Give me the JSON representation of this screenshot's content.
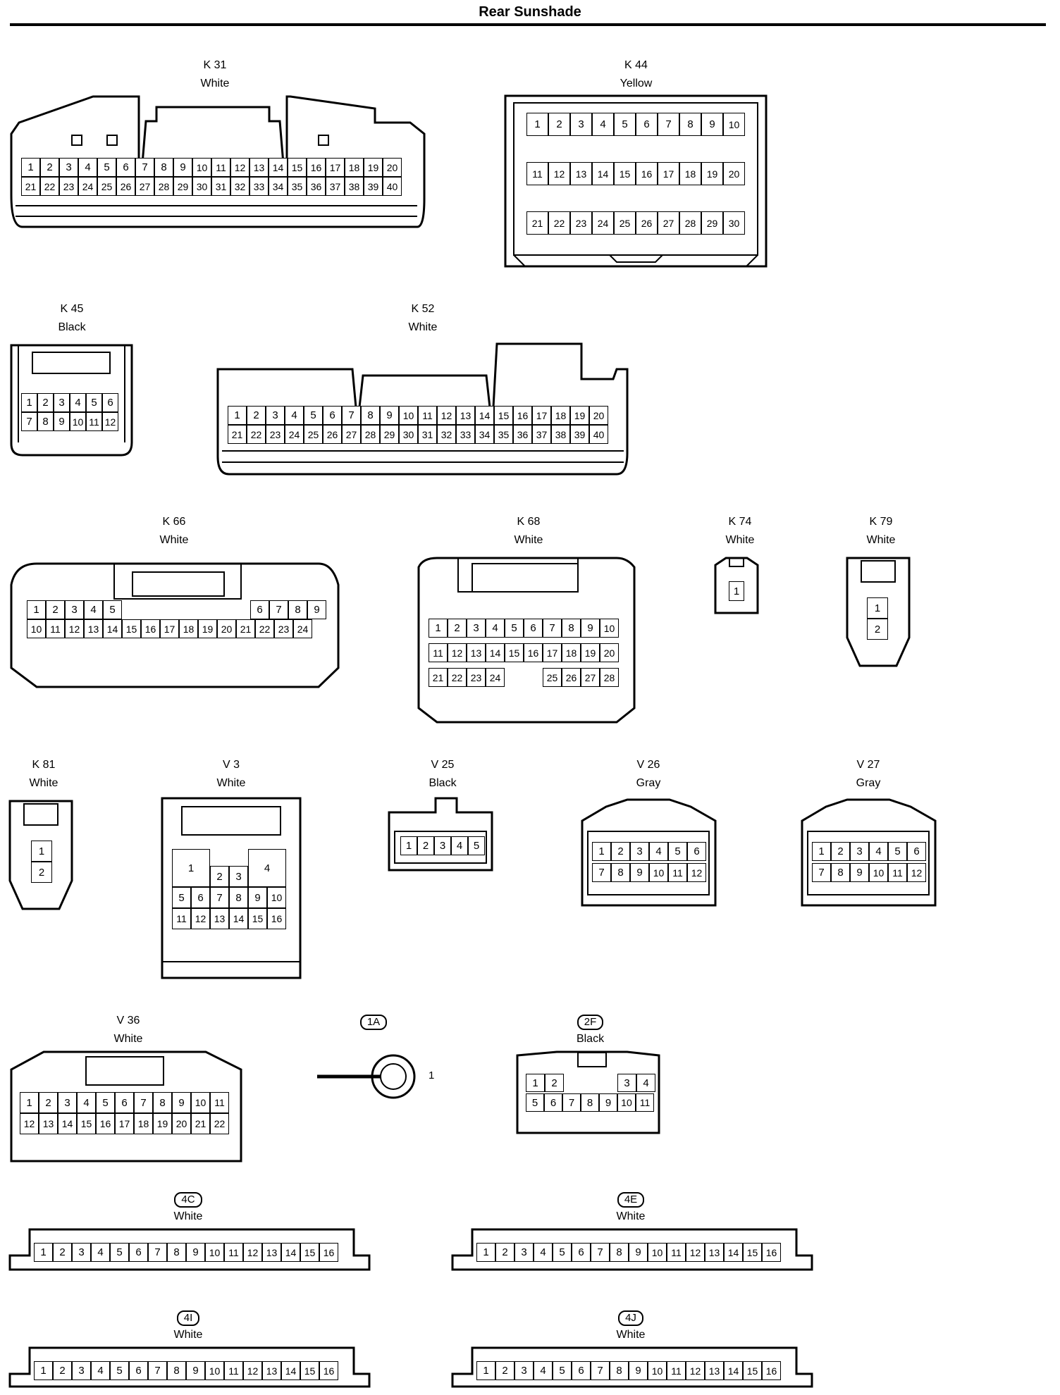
{
  "title": "Rear Sunshade",
  "connectors": {
    "k31": {
      "id": "K 31",
      "color": "White"
    },
    "k44": {
      "id": "K 44",
      "color": "Yellow"
    },
    "k45": {
      "id": "K 45",
      "color": "Black"
    },
    "k52": {
      "id": "K 52",
      "color": "White"
    },
    "k66": {
      "id": "K 66",
      "color": "White"
    },
    "k68": {
      "id": "K 68",
      "color": "White"
    },
    "k74": {
      "id": "K 74",
      "color": "White"
    },
    "k79": {
      "id": "K 79",
      "color": "White"
    },
    "k81": {
      "id": "K 81",
      "color": "White"
    },
    "v3": {
      "id": "V 3",
      "color": "White"
    },
    "v25": {
      "id": "V 25",
      "color": "Black"
    },
    "v26": {
      "id": "V 26",
      "color": "Gray"
    },
    "v27": {
      "id": "V 27",
      "color": "Gray"
    },
    "v36": {
      "id": "V 36",
      "color": "White"
    },
    "c1a": {
      "id": "1A",
      "pin": "1"
    },
    "c2f": {
      "id": "2F",
      "color": "Black"
    },
    "c4c": {
      "id": "4C",
      "color": "White"
    },
    "c4e": {
      "id": "4E",
      "color": "White"
    },
    "c4i": {
      "id": "4I",
      "color": "White"
    },
    "c4j": {
      "id": "4J",
      "color": "White"
    }
  }
}
